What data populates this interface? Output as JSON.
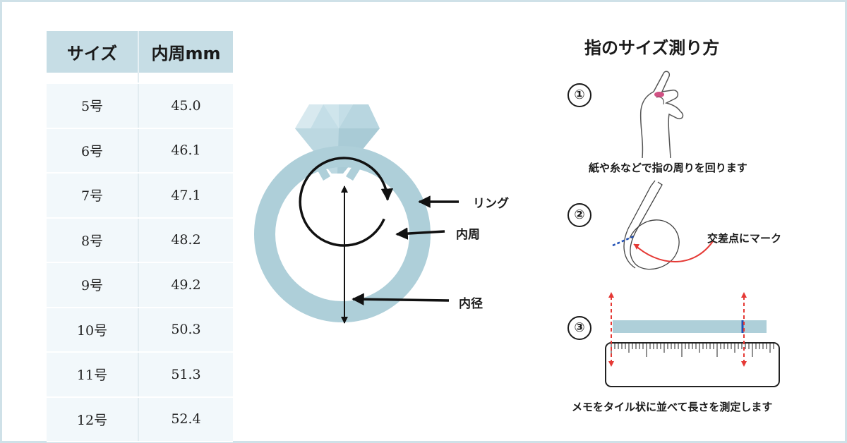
{
  "table": {
    "headers": [
      "サイズ",
      "内周mm"
    ],
    "rows": [
      {
        "size": "5号",
        "inner": "45.0"
      },
      {
        "size": "6号",
        "inner": "46.1"
      },
      {
        "size": "7号",
        "inner": "47.1"
      },
      {
        "size": "8号",
        "inner": "48.2"
      },
      {
        "size": "9号",
        "inner": "49.2"
      },
      {
        "size": "10号",
        "inner": "50.3"
      },
      {
        "size": "11号",
        "inner": "51.3"
      },
      {
        "size": "12号",
        "inner": "52.4"
      }
    ]
  },
  "ring_diagram": {
    "label_ring": "リング",
    "label_inner_circumference": "内周",
    "label_inner_diameter": "内径",
    "colors": {
      "ring": "#aecfd9",
      "gem": "#c3dde6"
    }
  },
  "howto": {
    "title": "指のサイズ測り方",
    "steps": [
      {
        "num": "①",
        "caption": "紙や糸などで指の周りを回ります"
      },
      {
        "num": "②",
        "caption": "交差点にマーク"
      },
      {
        "num": "③",
        "caption": "メモをタイル状に並べて長さを測定します"
      }
    ]
  }
}
